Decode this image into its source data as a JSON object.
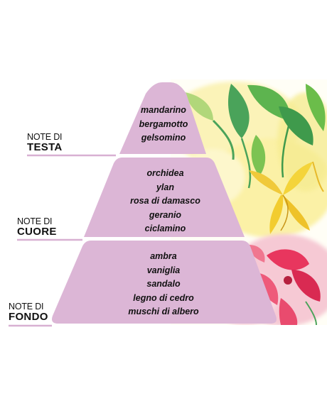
{
  "pyramid": {
    "tiers": [
      {
        "label_prefix": "NOTE DI",
        "label_name": "TESTA",
        "notes": [
          "mandarino",
          "bergamotto",
          "gelsomino"
        ]
      },
      {
        "label_prefix": "NOTE DI",
        "label_name": "CUORE",
        "notes": [
          "orchidea",
          "ylan",
          "rosa di damasco",
          "geranio",
          "ciclamino"
        ]
      },
      {
        "label_prefix": "NOTE DI",
        "label_name": "FONDO",
        "notes": [
          "ambra",
          "vaniglia",
          "sandalo",
          "legno di cedro",
          "muschi di albero"
        ]
      }
    ]
  },
  "colors": {
    "tier_fill": "#dcb6d6",
    "underline": "#d8b0d2",
    "text": "#111111"
  },
  "illustration": "watercolor-flowers"
}
